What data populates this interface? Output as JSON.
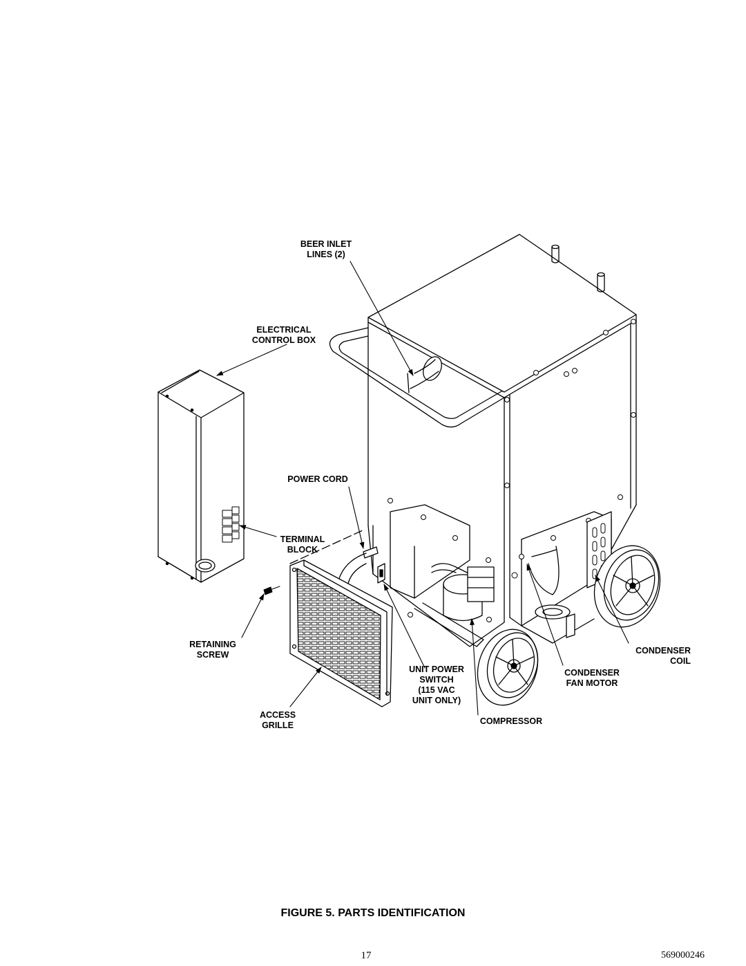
{
  "figure": {
    "caption": "FIGURE 5. PARTS IDENTIFICATION",
    "labels": {
      "beer_inlet_1": "BEER INLET",
      "beer_inlet_2": "LINES (2)",
      "electrical_1": "ELECTRICAL",
      "electrical_2": "CONTROL BOX",
      "power_cord": "POWER CORD",
      "terminal_1": "TERMINAL",
      "terminal_2": "BLOCK",
      "retaining_1": "RETAINING",
      "retaining_2": "SCREW",
      "access_1": "ACCESS",
      "access_2": "GRILLE",
      "switch_1": "UNIT POWER",
      "switch_2": "SWITCH",
      "switch_3": "(115 VAC",
      "switch_4": "UNIT ONLY)",
      "compressor": "COMPRESSOR",
      "fan_motor_1": "CONDENSER",
      "fan_motor_2": "FAN MOTOR",
      "coil_1": "CONDENSER",
      "coil_2": "COIL"
    }
  },
  "footer": {
    "page_number": "17",
    "doc_number": "569000246"
  }
}
